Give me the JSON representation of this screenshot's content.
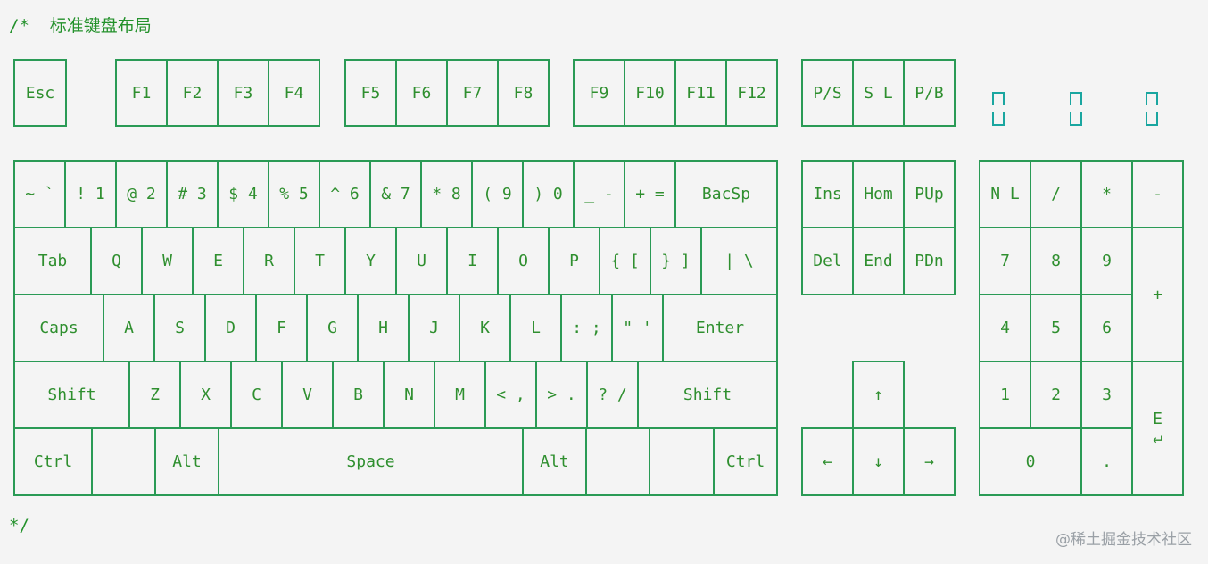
{
  "header": {
    "title": "/*  标准键盘布局"
  },
  "footer": {
    "closing": "*/",
    "watermark": "@稀土掘金技术社区"
  },
  "colors": {
    "key_text": "#2f8f2f",
    "key_border": "#2a9a55",
    "lamp": "#1aa6a0",
    "background": "#f4f4f4"
  },
  "keyboard": {
    "function_row": [
      "Esc",
      "F1",
      "F2",
      "F3",
      "F4",
      "F5",
      "F6",
      "F7",
      "F8",
      "F9",
      "F10",
      "F11",
      "F12",
      "P/S",
      "S L",
      "P/B"
    ],
    "number_row": [
      "~ `",
      "! 1",
      "@ 2",
      "# 3",
      "$ 4",
      "% 5",
      "^ 6",
      "& 7",
      "* 8",
      "( 9",
      ") 0",
      "_ -",
      "+ =",
      "BacSp"
    ],
    "tab_row": [
      "Tab",
      "Q",
      "W",
      "E",
      "R",
      "T",
      "Y",
      "U",
      "I",
      "O",
      "P",
      "{ [",
      "} ]",
      "| \\"
    ],
    "caps_row": [
      "Caps",
      "A",
      "S",
      "D",
      "F",
      "G",
      "H",
      "J",
      "K",
      "L",
      ": ;",
      "\" '",
      "Enter"
    ],
    "shift_row": [
      "Shift",
      "Z",
      "X",
      "C",
      "V",
      "B",
      "N",
      "M",
      "< ,",
      "> .",
      "? /",
      "Shift"
    ],
    "bottom_row": [
      "Ctrl",
      "",
      "Alt",
      "Space",
      "Alt",
      "",
      "",
      "Ctrl"
    ],
    "nav_top": [
      "Ins",
      "Hom",
      "PUp"
    ],
    "nav_bottom": [
      "Del",
      "End",
      "PDn"
    ],
    "arrows": {
      "up": "↑",
      "left": "←",
      "down": "↓",
      "right": "→"
    },
    "numpad": {
      "row1": [
        "N L",
        "/",
        "*",
        "-"
      ],
      "row2": [
        "7",
        "8",
        "9"
      ],
      "plus": "+",
      "row3": [
        "4",
        "5",
        "6"
      ],
      "row4": [
        "1",
        "2",
        "3"
      ],
      "enter": "E",
      "enter_arrow": "↵",
      "row5": [
        "0",
        "."
      ]
    }
  }
}
